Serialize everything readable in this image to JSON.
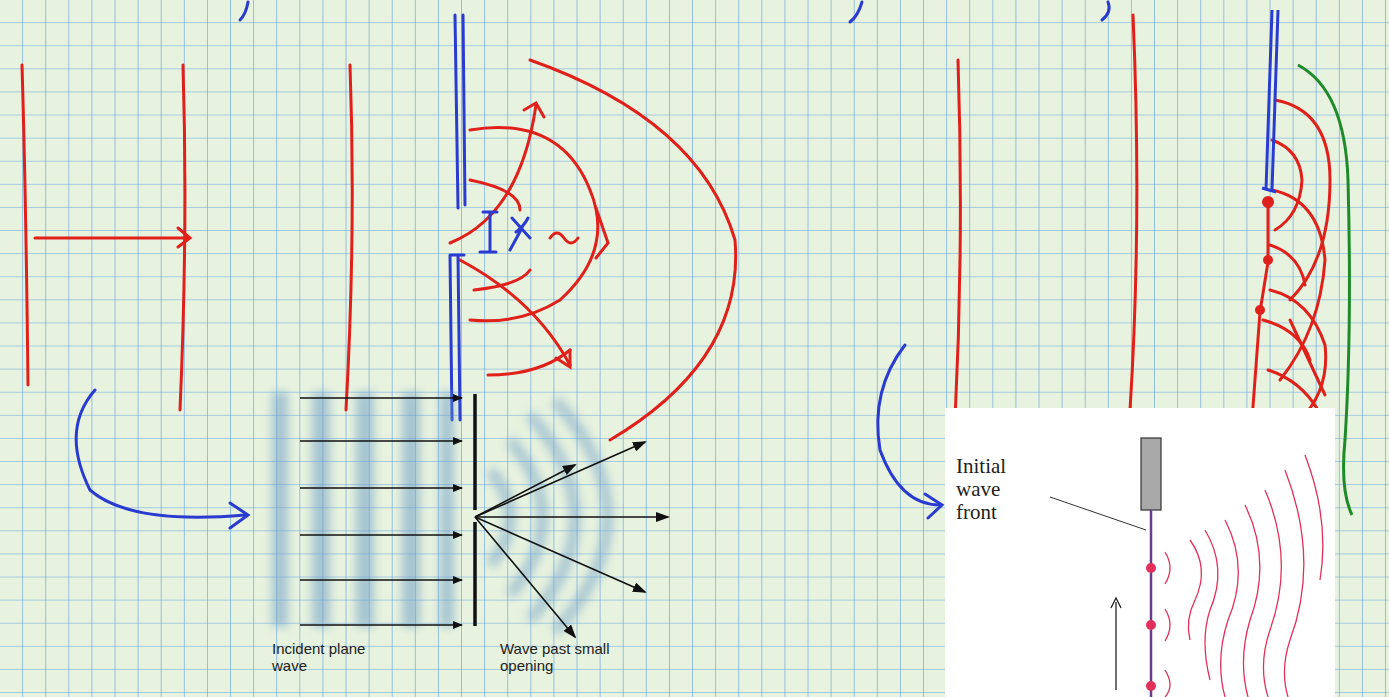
{
  "diagram": {
    "labels": [
      "Incident plane wave",
      "Wave past small opening",
      "Initial wave front"
    ]
  }
}
